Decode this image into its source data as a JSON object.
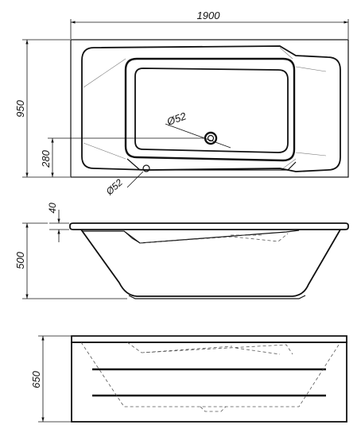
{
  "dimensions": {
    "overall_length": "1900",
    "overall_width": "950",
    "drain_offset": "280",
    "drain_diameter": "Ø52",
    "overflow_diameter": "Ø52",
    "rim_thickness": "40",
    "depth": "500",
    "total_height": "650"
  }
}
